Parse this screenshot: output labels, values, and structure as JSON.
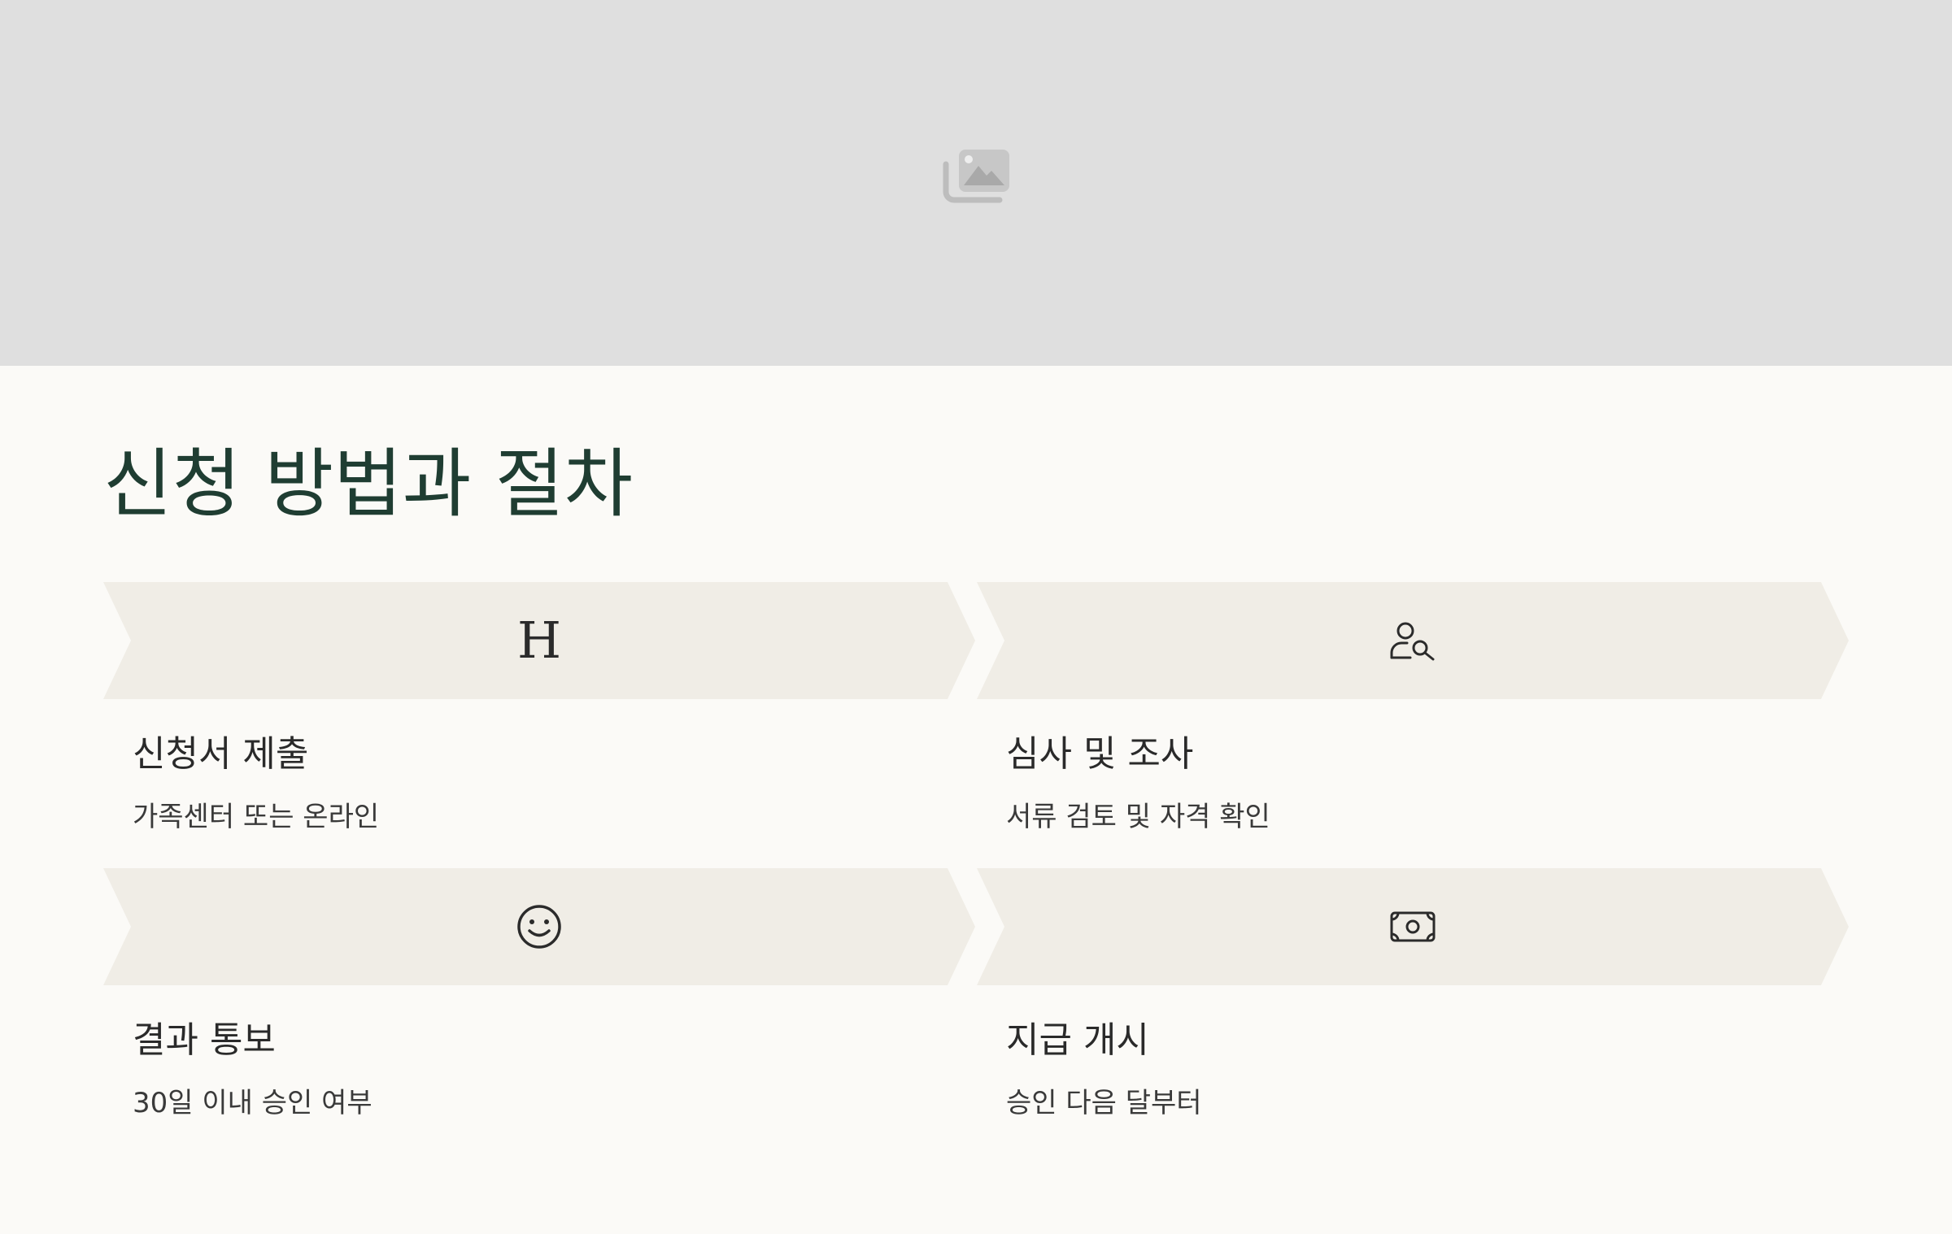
{
  "hero": {
    "icon": "image-gallery-icon"
  },
  "section": {
    "title": "신청 방법과 절차"
  },
  "steps": [
    {
      "icon": "letter-h-icon",
      "icon_text": "H",
      "title": "신청서 제출",
      "description": "가족센터 또는 온라인"
    },
    {
      "icon": "user-search-icon",
      "title": "심사 및 조사",
      "description": "서류 검토 및 자격 확인"
    },
    {
      "icon": "smiley-face-icon",
      "title": "결과 통보",
      "description": "30일 이내 승인 여부"
    },
    {
      "icon": "banknote-icon",
      "title": "지급 개시",
      "description": "승인 다음 달부터"
    }
  ],
  "colors": {
    "hero_bg": "#dfdfdf",
    "page_bg": "#fbfaf7",
    "banner_bg": "#f0ede6",
    "title_color": "#1f3d32"
  }
}
